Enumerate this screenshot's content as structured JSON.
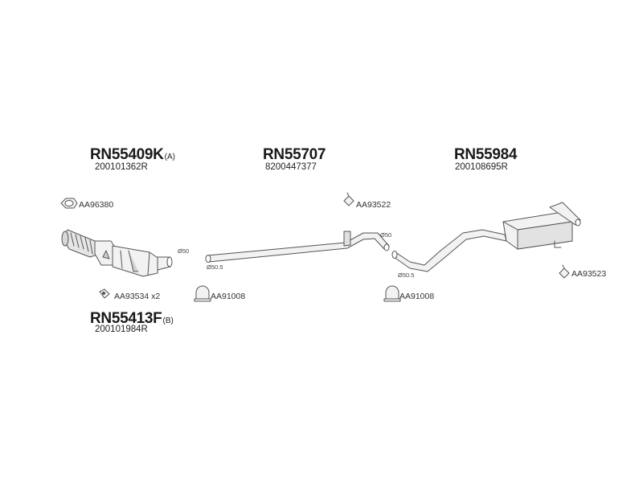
{
  "groups": [
    {
      "code": "RN55409K",
      "suffix": "(A)",
      "oem": "200101362R"
    },
    {
      "code": "RN55707",
      "suffix": "",
      "oem": "8200447377"
    },
    {
      "code": "RN55984",
      "suffix": "",
      "oem": "200108695R"
    },
    {
      "code": "RN55413F",
      "suffix": "(B)",
      "oem": "200101984R"
    }
  ],
  "accessories": {
    "gasket": "AA96380",
    "bracket_left": "AA93534 x2",
    "clamp_left": "AA91008",
    "bracket_mid": "AA93522",
    "clamp_right": "AA91008",
    "bracket_right": "AA93523"
  },
  "diameters": {
    "cat_outlet": "Ø50",
    "mid_inlet": "Ø50.5",
    "mid_outlet": "Ø50",
    "rear_inlet": "Ø50.5"
  },
  "colors": {
    "line": "#555555",
    "part_fill": "#f2f2f2",
    "shade": "#cfcfcf",
    "text": "#222222"
  }
}
